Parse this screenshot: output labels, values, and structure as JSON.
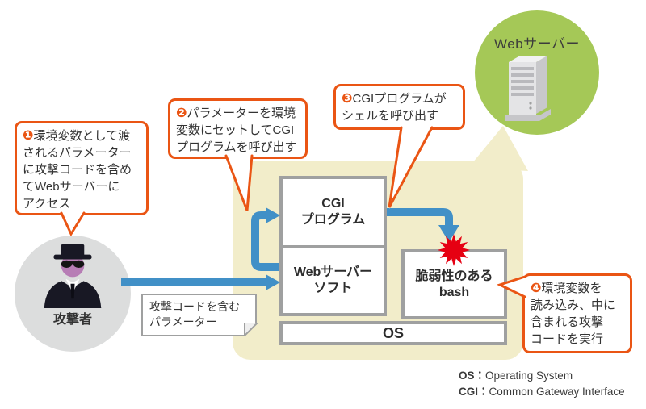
{
  "actors": {
    "attacker_label": "攻撃者",
    "web_server_label": "Webサーバー"
  },
  "components": {
    "cgi_program": "CGI\nプログラム",
    "web_server_software": "Webサーバー\nソフト",
    "vulnerable_bash": "脆弱性のある\nbash",
    "os": "OS"
  },
  "note": {
    "text": "攻撃コードを含む\nパラメーター"
  },
  "callouts": [
    {
      "badge": "❶",
      "text": "環境変数として渡\nされるパラメーター\nに攻撃コードを含め\nてWebサーバーに\nアクセス"
    },
    {
      "badge": "❷",
      "text": "パラメーターを環境\n変数にセットしてCGI\nプログラムを呼び出す"
    },
    {
      "badge": "❸",
      "text": "CGIプログラムが\nシェルを呼び出す"
    },
    {
      "badge": "❹",
      "text": "環境変数を\n読み込み、中に\n含まれる攻撃\nコードを実行"
    }
  ],
  "legend": [
    {
      "term": "OS：",
      "definition": "Operating System"
    },
    {
      "term": "CGI：",
      "definition": "Common Gateway Interface"
    }
  ],
  "colors": {
    "callout_orange": "#ea5514",
    "arrow_blue": "#4190c7",
    "server_green": "#a5c857",
    "panel_beige": "#f2edca",
    "border_gray": "#9fa0a0",
    "burst_red": "#e60012",
    "attacker_gray": "#dcdddd"
  }
}
